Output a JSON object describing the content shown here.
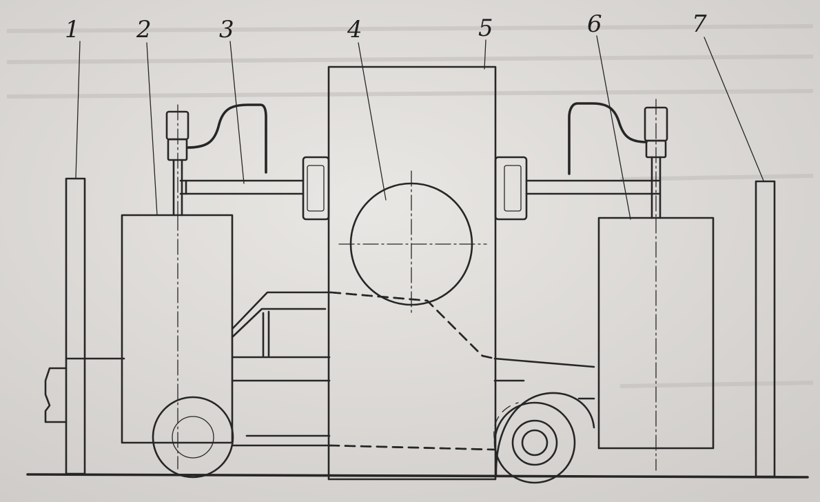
{
  "figure": {
    "callouts": [
      {
        "id": "1",
        "text": "1"
      },
      {
        "id": "2",
        "text": "2"
      },
      {
        "id": "3",
        "text": "3"
      },
      {
        "id": "4",
        "text": "4"
      },
      {
        "id": "5",
        "text": "5"
      },
      {
        "id": "6",
        "text": "6"
      },
      {
        "id": "7",
        "text": "7"
      }
    ],
    "colors": {
      "paper": "#dedbd8",
      "ink": "#262626"
    }
  }
}
